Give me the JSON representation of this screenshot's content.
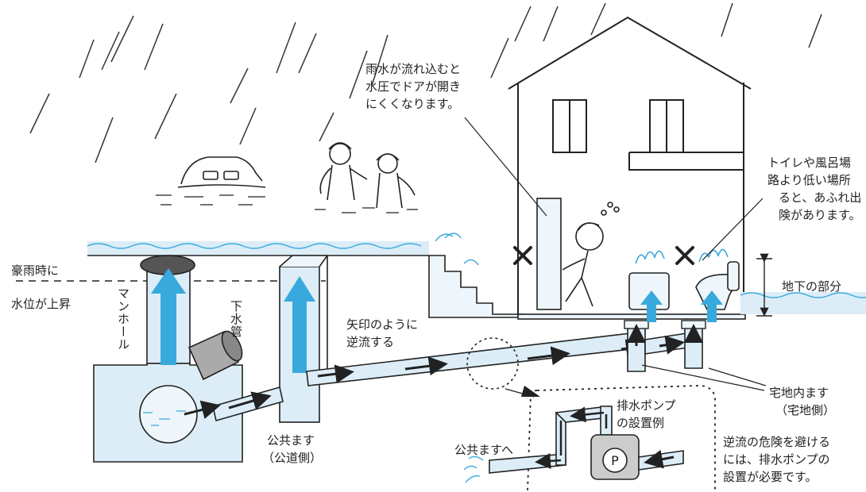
{
  "annotations": {
    "door": [
      "雨水が流れ込むと",
      "水圧でドアが開き",
      "にくくなります。"
    ],
    "toilet": [
      "トイレや風呂場",
      "路より低い場所",
      "ると、あふれ出",
      "険があります。"
    ],
    "rain_level": [
      "豪雨時に",
      "水位が上昇"
    ],
    "underground": "地下の部分",
    "manhole": "マンホール",
    "sewer_pipe": "下水管",
    "backflow": [
      "矢印のように",
      "逆流する"
    ],
    "public_basin": [
      "公共ます",
      "（公道側）"
    ],
    "private_basin": [
      "宅地内ます",
      "（宅地側）"
    ],
    "pump_example": [
      "排水ポンプ",
      "の設置例"
    ],
    "to_public_basin": "公共ますへ",
    "pump_advice": [
      "逆流の危険を避ける",
      "には、排水ポンプの",
      "設置が必要です。"
    ],
    "pump_symbol": "P"
  },
  "colors": {
    "water": "#dcedf7",
    "arrow": "#38a9dc",
    "outline": "#222222"
  }
}
